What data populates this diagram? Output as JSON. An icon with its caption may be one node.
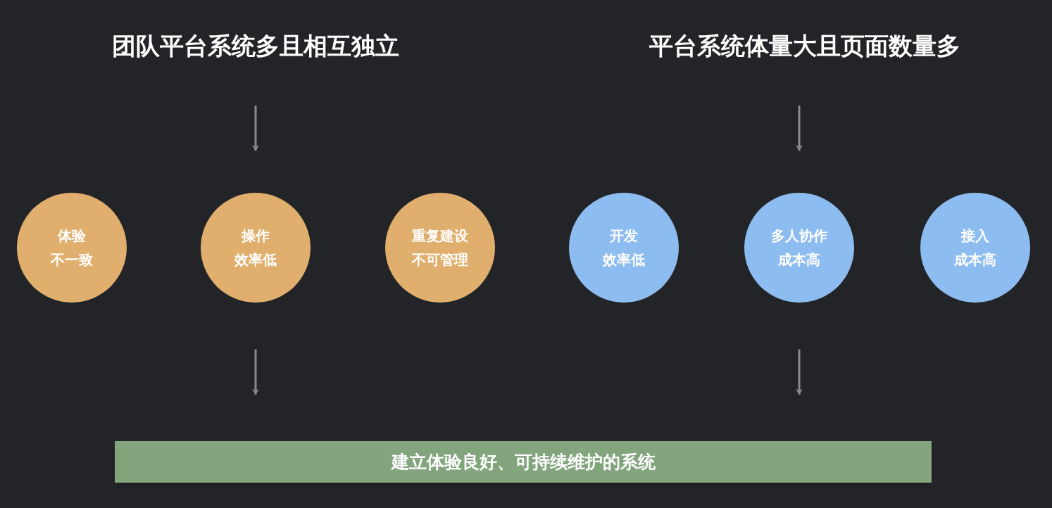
{
  "diagram": {
    "nodes": [
      {
        "text": [
          "团队平台系统多且相互独立"
        ]
      },
      {
        "text": [
          "平台系统体量大且页面数量多"
        ]
      },
      {
        "text": [
          "体验",
          "不一致"
        ]
      },
      {
        "text": [
          "操作",
          "效率低"
        ]
      },
      {
        "text": [
          "重复建设",
          "不可管理"
        ]
      },
      {
        "text": [
          "开发",
          "效率低"
        ]
      },
      {
        "text": [
          "多人协作",
          "成本高"
        ]
      },
      {
        "text": [
          "接入",
          "成本高"
        ]
      },
      {
        "text": [
          "建立体验良好、可持续维护的系统"
        ]
      }
    ],
    "edges": [
      {
        "from": 0,
        "to": 3,
        "arrow": "to"
      },
      {
        "from": 1,
        "to": 6,
        "arrow": "to"
      },
      {
        "from": 3,
        "to": 8,
        "arrow": "to"
      },
      {
        "from": 6,
        "to": 8,
        "arrow": "to"
      }
    ]
  }
}
